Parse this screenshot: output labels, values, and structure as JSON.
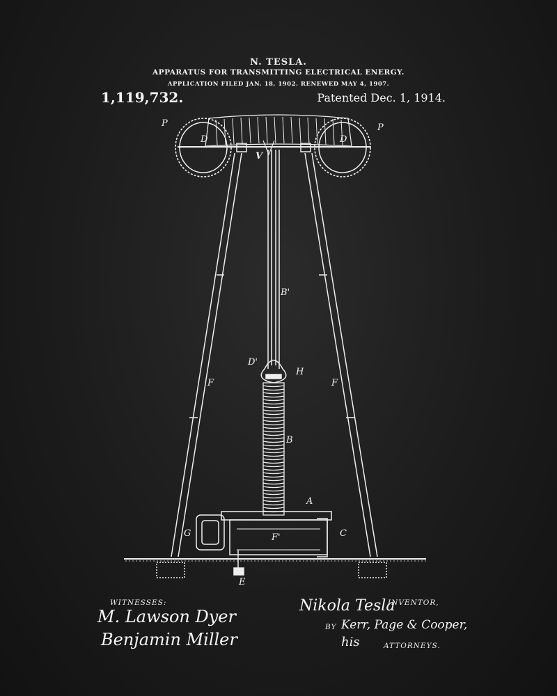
{
  "header": {
    "inventor": "N. TESLA.",
    "title": "APPARATUS FOR TRANSMITTING ELECTRICAL ENERGY.",
    "filing": "APPLICATION FILED JAN. 18, 1902. RENEWED MAY 4, 1907.",
    "patent_number": "1,119,732.",
    "patented_date": "Patented Dec. 1, 1914."
  },
  "figure_labels": {
    "p_left": "P",
    "p_right": "P",
    "d_left": "D",
    "d_right": "D",
    "v": "V",
    "b_prime": "B'",
    "d_prime": "D'",
    "h": "H",
    "f_left": "F",
    "f_right": "F",
    "b": "B",
    "a": "A",
    "g": "G",
    "c": "C",
    "f_prime": "F'",
    "e": "E"
  },
  "footer": {
    "witnesses_label": "WITNESSES:",
    "witness_1": "M. Lawson Dyer",
    "witness_2": "Benjamin Miller",
    "inventor_signature": "Nikola Tesla",
    "inventor_label": "INVENTOR,",
    "by_label": "BY",
    "attorneys_signature": "Kerr, Page & Cooper,",
    "his_label": "his",
    "attorneys_label": "ATTORNEYS."
  }
}
